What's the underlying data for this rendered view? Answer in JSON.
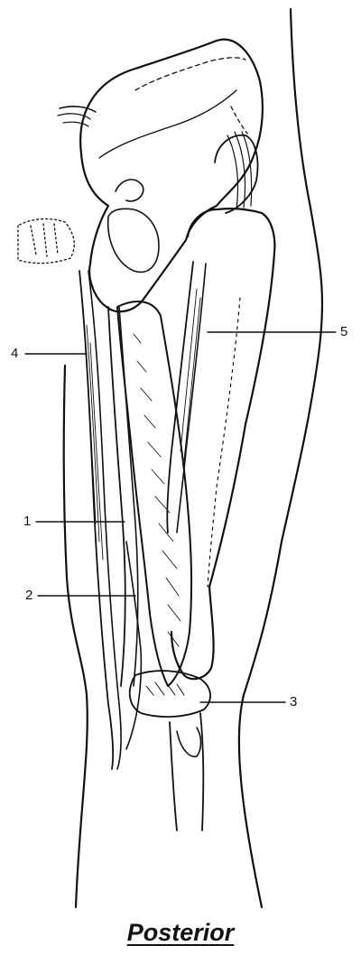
{
  "labels": {
    "l1": "1",
    "l2": "2",
    "l3": "3",
    "l4": "4",
    "l5": "5"
  },
  "caption": "Posterior",
  "colors": {
    "ink": "#111111",
    "paper": "#ffffff"
  }
}
